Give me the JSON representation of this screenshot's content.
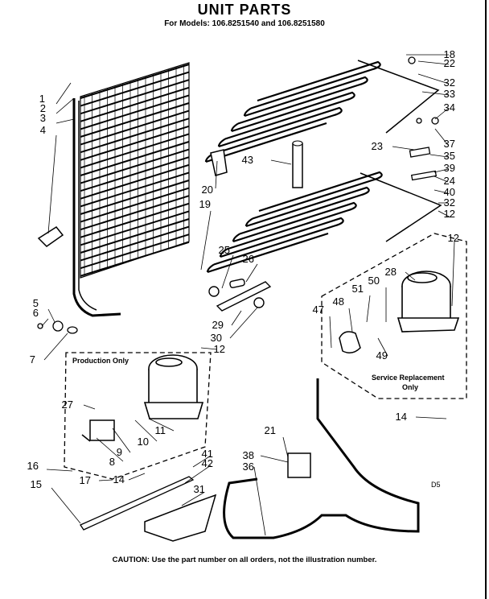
{
  "header": {
    "title": "UNIT PARTS",
    "subtitle": "For Models: 106.8251540 and 106.8251580"
  },
  "footer": {
    "caution": "CAUTION: Use the part number on all orders, not the illustration number."
  },
  "boxes": {
    "production": "Production Only",
    "service_line1": "Service Replacement",
    "service_line2": "Only"
  },
  "code": "D5",
  "callouts": [
    "1",
    "2",
    "3",
    "4",
    "5",
    "6",
    "7",
    "8",
    "9",
    "10",
    "11",
    "12",
    "12",
    "12",
    "14",
    "14",
    "15",
    "16",
    "17",
    "18",
    "19",
    "20",
    "21",
    "22",
    "23",
    "24",
    "25",
    "26",
    "27",
    "28",
    "29",
    "30",
    "31",
    "32",
    "32",
    "33",
    "34",
    "35",
    "36",
    "37",
    "38",
    "39",
    "40",
    "41",
    "42",
    "43",
    "47",
    "48",
    "49",
    "50",
    "51"
  ]
}
